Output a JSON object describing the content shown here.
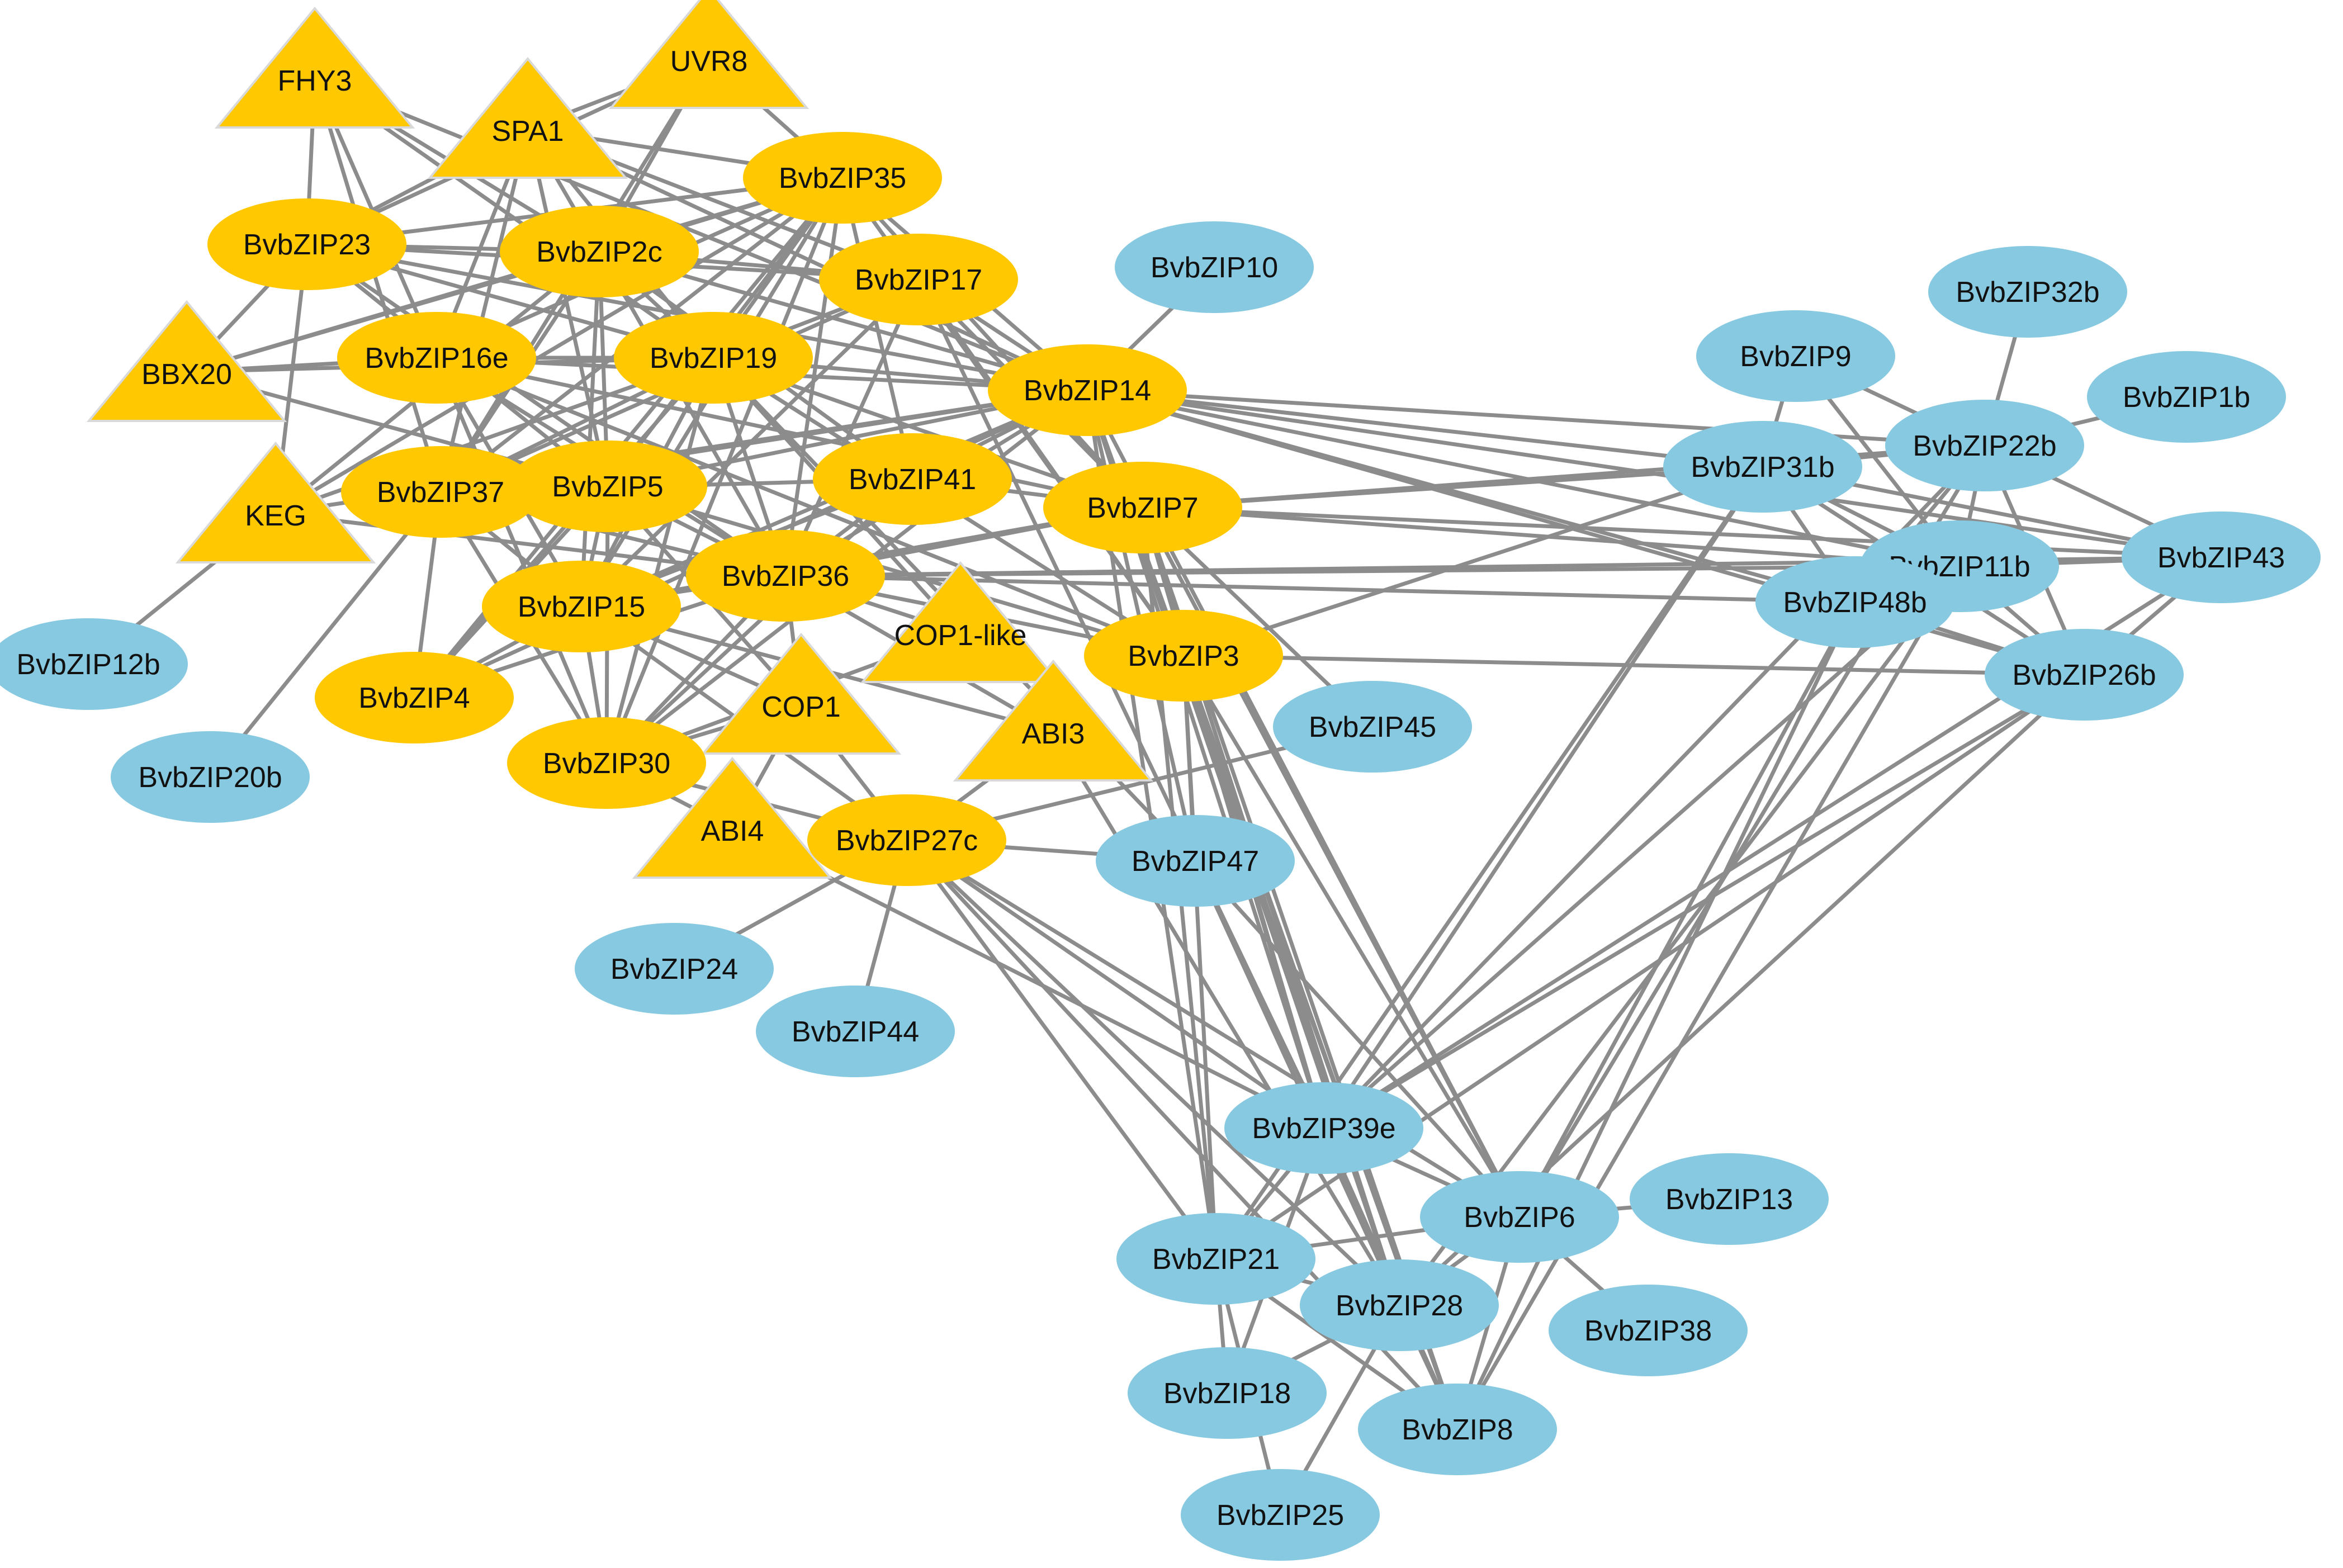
{
  "colors": {
    "bzip_cluster_fill": "#FFC800",
    "regulator_fill": "#FFC800",
    "blue_fill": "#87C9E0",
    "edge_color": "#8C8C8C",
    "text_color": "#111111"
  },
  "nodes": [
    {
      "id": "FHY3",
      "label": "FHY3",
      "shape": "triangle",
      "color": "yellow"
    },
    {
      "id": "UVR8",
      "label": "UVR8",
      "shape": "triangle",
      "color": "yellow"
    },
    {
      "id": "SPA1",
      "label": "SPA1",
      "shape": "triangle",
      "color": "yellow"
    },
    {
      "id": "BBX20",
      "label": "BBX20",
      "shape": "triangle",
      "color": "yellow"
    },
    {
      "id": "KEG",
      "label": "KEG",
      "shape": "triangle",
      "color": "yellow"
    },
    {
      "id": "COP1-like",
      "label": "COP1-like",
      "shape": "triangle",
      "color": "yellow"
    },
    {
      "id": "COP1",
      "label": "COP1",
      "shape": "triangle",
      "color": "yellow"
    },
    {
      "id": "ABI3",
      "label": "ABI3",
      "shape": "triangle",
      "color": "yellow"
    },
    {
      "id": "ABI4",
      "label": "ABI4",
      "shape": "triangle",
      "color": "yellow"
    },
    {
      "id": "BvbZIP35",
      "label": "BvbZIP35",
      "shape": "ellipse",
      "color": "yellow"
    },
    {
      "id": "BvbZIP23",
      "label": "BvbZIP23",
      "shape": "ellipse",
      "color": "yellow"
    },
    {
      "id": "BvbZIP2c",
      "label": "BvbZIP2c",
      "shape": "ellipse",
      "color": "yellow"
    },
    {
      "id": "BvbZIP17",
      "label": "BvbZIP17",
      "shape": "ellipse",
      "color": "yellow"
    },
    {
      "id": "BvbZIP16e",
      "label": "BvbZIP16e",
      "shape": "ellipse",
      "color": "yellow"
    },
    {
      "id": "BvbZIP19",
      "label": "BvbZIP19",
      "shape": "ellipse",
      "color": "yellow"
    },
    {
      "id": "BvbZIP14",
      "label": "BvbZIP14",
      "shape": "ellipse",
      "color": "yellow"
    },
    {
      "id": "BvbZIP37",
      "label": "BvbZIP37",
      "shape": "ellipse",
      "color": "yellow"
    },
    {
      "id": "BvbZIP5",
      "label": "BvbZIP5",
      "shape": "ellipse",
      "color": "yellow"
    },
    {
      "id": "BvbZIP41",
      "label": "BvbZIP41",
      "shape": "ellipse",
      "color": "yellow"
    },
    {
      "id": "BvbZIP7",
      "label": "BvbZIP7",
      "shape": "ellipse",
      "color": "yellow"
    },
    {
      "id": "BvbZIP36",
      "label": "BvbZIP36",
      "shape": "ellipse",
      "color": "yellow"
    },
    {
      "id": "BvbZIP15",
      "label": "BvbZIP15",
      "shape": "ellipse",
      "color": "yellow"
    },
    {
      "id": "BvbZIP3",
      "label": "BvbZIP3",
      "shape": "ellipse",
      "color": "yellow"
    },
    {
      "id": "BvbZIP4",
      "label": "BvbZIP4",
      "shape": "ellipse",
      "color": "yellow"
    },
    {
      "id": "BvbZIP30",
      "label": "BvbZIP30",
      "shape": "ellipse",
      "color": "yellow"
    },
    {
      "id": "BvbZIP27c",
      "label": "BvbZIP27c",
      "shape": "ellipse",
      "color": "yellow"
    },
    {
      "id": "BvbZIP10",
      "label": "BvbZIP10",
      "shape": "ellipse",
      "color": "blue"
    },
    {
      "id": "BvbZIP32b",
      "label": "BvbZIP32b",
      "shape": "ellipse",
      "color": "blue"
    },
    {
      "id": "BvbZIP9",
      "label": "BvbZIP9",
      "shape": "ellipse",
      "color": "blue"
    },
    {
      "id": "BvbZIP1b",
      "label": "BvbZIP1b",
      "shape": "ellipse",
      "color": "blue"
    },
    {
      "id": "BvbZIP22b",
      "label": "BvbZIP22b",
      "shape": "ellipse",
      "color": "blue"
    },
    {
      "id": "BvbZIP31b",
      "label": "BvbZIP31b",
      "shape": "ellipse",
      "color": "blue"
    },
    {
      "id": "BvbZIP43",
      "label": "BvbZIP43",
      "shape": "ellipse",
      "color": "blue"
    },
    {
      "id": "BvbZIP11b",
      "label": "BvbZIP11b",
      "shape": "ellipse",
      "color": "blue"
    },
    {
      "id": "BvbZIP48b",
      "label": "BvbZIP48b",
      "shape": "ellipse",
      "color": "blue"
    },
    {
      "id": "BvbZIP26b",
      "label": "BvbZIP26b",
      "shape": "ellipse",
      "color": "blue"
    },
    {
      "id": "BvbZIP12b",
      "label": "BvbZIP12b",
      "shape": "ellipse",
      "color": "blue"
    },
    {
      "id": "BvbZIP20b",
      "label": "BvbZIP20b",
      "shape": "ellipse",
      "color": "blue"
    },
    {
      "id": "BvbZIP45",
      "label": "BvbZIP45",
      "shape": "ellipse",
      "color": "blue"
    },
    {
      "id": "BvbZIP47",
      "label": "BvbZIP47",
      "shape": "ellipse",
      "color": "blue"
    },
    {
      "id": "BvbZIP24",
      "label": "BvbZIP24",
      "shape": "ellipse",
      "color": "blue"
    },
    {
      "id": "BvbZIP44",
      "label": "BvbZIP44",
      "shape": "ellipse",
      "color": "blue"
    },
    {
      "id": "BvbZIP39e",
      "label": "BvbZIP39e",
      "shape": "ellipse",
      "color": "blue"
    },
    {
      "id": "BvbZIP6",
      "label": "BvbZIP6",
      "shape": "ellipse",
      "color": "blue"
    },
    {
      "id": "BvbZIP13",
      "label": "BvbZIP13",
      "shape": "ellipse",
      "color": "blue"
    },
    {
      "id": "BvbZIP21",
      "label": "BvbZIP21",
      "shape": "ellipse",
      "color": "blue"
    },
    {
      "id": "BvbZIP28",
      "label": "BvbZIP28",
      "shape": "ellipse",
      "color": "blue"
    },
    {
      "id": "BvbZIP38",
      "label": "BvbZIP38",
      "shape": "ellipse",
      "color": "blue"
    },
    {
      "id": "BvbZIP18",
      "label": "BvbZIP18",
      "shape": "ellipse",
      "color": "blue"
    },
    {
      "id": "BvbZIP8",
      "label": "BvbZIP8",
      "shape": "ellipse",
      "color": "blue"
    },
    {
      "id": "BvbZIP25",
      "label": "BvbZIP25",
      "shape": "ellipse",
      "color": "blue"
    }
  ],
  "edges": [
    [
      "FHY3",
      "BvbZIP23"
    ],
    [
      "FHY3",
      "BvbZIP2c"
    ],
    [
      "FHY3",
      "BvbZIP16e"
    ],
    [
      "FHY3",
      "BvbZIP37"
    ],
    [
      "FHY3",
      "BvbZIP19"
    ],
    [
      "FHY3",
      "BvbZIP14"
    ],
    [
      "UVR8",
      "SPA1"
    ],
    [
      "UVR8",
      "BvbZIP2c"
    ],
    [
      "UVR8",
      "BvbZIP35"
    ],
    [
      "UVR8",
      "BvbZIP23"
    ],
    [
      "UVR8",
      "BvbZIP37"
    ],
    [
      "SPA1",
      "BvbZIP23"
    ],
    [
      "SPA1",
      "BvbZIP2c"
    ],
    [
      "SPA1",
      "BvbZIP35"
    ],
    [
      "SPA1",
      "BvbZIP19"
    ],
    [
      "SPA1",
      "BvbZIP17"
    ],
    [
      "SPA1",
      "BvbZIP37"
    ],
    [
      "SPA1",
      "BvbZIP5"
    ],
    [
      "SPA1",
      "BvbZIP14"
    ],
    [
      "SPA1",
      "BvbZIP16e"
    ],
    [
      "BBX20",
      "BvbZIP23"
    ],
    [
      "BBX20",
      "BvbZIP16e"
    ],
    [
      "BBX20",
      "BvbZIP35"
    ],
    [
      "BBX20",
      "BvbZIP2c"
    ],
    [
      "BBX20",
      "BvbZIP5"
    ],
    [
      "BBX20",
      "BvbZIP19"
    ],
    [
      "KEG",
      "BvbZIP23"
    ],
    [
      "KEG",
      "BvbZIP35"
    ],
    [
      "KEG",
      "BvbZIP19"
    ],
    [
      "KEG",
      "BvbZIP14"
    ],
    [
      "KEG",
      "BvbZIP36"
    ],
    [
      "KEG",
      "BvbZIP12b"
    ],
    [
      "KEG",
      "BvbZIP2c"
    ],
    [
      "BvbZIP35",
      "BvbZIP23"
    ],
    [
      "BvbZIP35",
      "BvbZIP2c"
    ],
    [
      "BvbZIP35",
      "BvbZIP16e"
    ],
    [
      "BvbZIP35",
      "BvbZIP37"
    ],
    [
      "BvbZIP35",
      "BvbZIP5"
    ],
    [
      "BvbZIP35",
      "BvbZIP19"
    ],
    [
      "BvbZIP35",
      "BvbZIP14"
    ],
    [
      "BvbZIP35",
      "BvbZIP15"
    ],
    [
      "BvbZIP35",
      "BvbZIP36"
    ],
    [
      "BvbZIP35",
      "BvbZIP30"
    ],
    [
      "BvbZIP35",
      "BvbZIP4"
    ],
    [
      "BvbZIP35",
      "BvbZIP3"
    ],
    [
      "BvbZIP35",
      "BvbZIP7"
    ],
    [
      "BvbZIP35",
      "BvbZIP41"
    ],
    [
      "BvbZIP23",
      "BvbZIP2c"
    ],
    [
      "BvbZIP23",
      "BvbZIP19"
    ],
    [
      "BvbZIP23",
      "BvbZIP14"
    ],
    [
      "BvbZIP23",
      "BvbZIP5"
    ],
    [
      "BvbZIP23",
      "BvbZIP36"
    ],
    [
      "BvbZIP23",
      "BvbZIP17"
    ],
    [
      "BvbZIP2c",
      "BvbZIP19"
    ],
    [
      "BvbZIP2c",
      "BvbZIP14"
    ],
    [
      "BvbZIP2c",
      "BvbZIP36"
    ],
    [
      "BvbZIP2c",
      "BvbZIP37"
    ],
    [
      "BvbZIP2c",
      "BvbZIP5"
    ],
    [
      "BvbZIP2c",
      "BvbZIP17"
    ],
    [
      "BvbZIP2c",
      "BvbZIP41"
    ],
    [
      "BvbZIP2c",
      "BvbZIP15"
    ],
    [
      "BvbZIP17",
      "BvbZIP14"
    ],
    [
      "BvbZIP17",
      "BvbZIP19"
    ],
    [
      "BvbZIP17",
      "BvbZIP37"
    ],
    [
      "BvbZIP17",
      "BvbZIP15"
    ],
    [
      "BvbZIP17",
      "BvbZIP36"
    ],
    [
      "BvbZIP17",
      "BvbZIP3"
    ],
    [
      "BvbZIP17",
      "BvbZIP7"
    ],
    [
      "BvbZIP17",
      "BvbZIP39e"
    ],
    [
      "BvbZIP16e",
      "BvbZIP19"
    ],
    [
      "BvbZIP16e",
      "BvbZIP14"
    ],
    [
      "BvbZIP16e",
      "BvbZIP36"
    ],
    [
      "BvbZIP16e",
      "BvbZIP15"
    ],
    [
      "BvbZIP16e",
      "BvbZIP7"
    ],
    [
      "BvbZIP16e",
      "BvbZIP30"
    ],
    [
      "BvbZIP16e",
      "BvbZIP3"
    ],
    [
      "BvbZIP19",
      "BvbZIP14"
    ],
    [
      "BvbZIP19",
      "BvbZIP37"
    ],
    [
      "BvbZIP19",
      "BvbZIP15"
    ],
    [
      "BvbZIP19",
      "BvbZIP36"
    ],
    [
      "BvbZIP19",
      "BvbZIP30"
    ],
    [
      "BvbZIP19",
      "BvbZIP7"
    ],
    [
      "BvbZIP19",
      "BvbZIP3"
    ],
    [
      "BvbZIP19",
      "BvbZIP4"
    ],
    [
      "BvbZIP19",
      "BvbZIP47"
    ],
    [
      "BvbZIP14",
      "BvbZIP10"
    ],
    [
      "BvbZIP14",
      "BvbZIP37"
    ],
    [
      "BvbZIP14",
      "BvbZIP5"
    ],
    [
      "BvbZIP14",
      "BvbZIP36"
    ],
    [
      "BvbZIP14",
      "BvbZIP15"
    ],
    [
      "BvbZIP14",
      "BvbZIP30"
    ],
    [
      "BvbZIP14",
      "BvbZIP41"
    ],
    [
      "BvbZIP14",
      "BvbZIP4"
    ],
    [
      "BvbZIP14",
      "BvbZIP31b"
    ],
    [
      "BvbZIP14",
      "BvbZIP22b"
    ],
    [
      "BvbZIP14",
      "BvbZIP11b"
    ],
    [
      "BvbZIP14",
      "BvbZIP43"
    ],
    [
      "BvbZIP14",
      "BvbZIP48b"
    ],
    [
      "BvbZIP14",
      "BvbZIP26b"
    ],
    [
      "BvbZIP14",
      "BvbZIP39e"
    ],
    [
      "BvbZIP14",
      "BvbZIP6"
    ],
    [
      "BvbZIP14",
      "BvbZIP21"
    ],
    [
      "BvbZIP14",
      "BvbZIP28"
    ],
    [
      "BvbZIP14",
      "BvbZIP8"
    ],
    [
      "BvbZIP14",
      "BvbZIP47"
    ],
    [
      "BvbZIP37",
      "BvbZIP15"
    ],
    [
      "BvbZIP37",
      "BvbZIP36"
    ],
    [
      "BvbZIP37",
      "BvbZIP4"
    ],
    [
      "BvbZIP37",
      "BvbZIP30"
    ],
    [
      "BvbZIP37",
      "BvbZIP20b"
    ],
    [
      "BvbZIP37",
      "BvbZIP5"
    ],
    [
      "BvbZIP37",
      "BvbZIP41"
    ],
    [
      "BvbZIP5",
      "BvbZIP36"
    ],
    [
      "BvbZIP5",
      "BvbZIP15"
    ],
    [
      "BvbZIP5",
      "BvbZIP30"
    ],
    [
      "BvbZIP5",
      "BvbZIP4"
    ],
    [
      "BvbZIP5",
      "COP1"
    ],
    [
      "BvbZIP5",
      "BvbZIP3"
    ],
    [
      "BvbZIP41",
      "BvbZIP36"
    ],
    [
      "BvbZIP41",
      "BvbZIP15"
    ],
    [
      "BvbZIP41",
      "BvbZIP30"
    ],
    [
      "BvbZIP41",
      "BvbZIP7"
    ],
    [
      "BvbZIP7",
      "BvbZIP36"
    ],
    [
      "BvbZIP7",
      "BvbZIP15"
    ],
    [
      "BvbZIP7",
      "BvbZIP31b"
    ],
    [
      "BvbZIP7",
      "BvbZIP11b"
    ],
    [
      "BvbZIP7",
      "BvbZIP43"
    ],
    [
      "BvbZIP7",
      "BvbZIP22b"
    ],
    [
      "BvbZIP7",
      "BvbZIP39e"
    ],
    [
      "BvbZIP7",
      "BvbZIP28"
    ],
    [
      "BvbZIP7",
      "BvbZIP8"
    ],
    [
      "BvbZIP7",
      "BvbZIP6"
    ],
    [
      "BvbZIP7",
      "BvbZIP21"
    ],
    [
      "BvbZIP7",
      "BvbZIP45"
    ],
    [
      "BvbZIP36",
      "BvbZIP15"
    ],
    [
      "BvbZIP36",
      "BvbZIP30"
    ],
    [
      "BvbZIP36",
      "BvbZIP4"
    ],
    [
      "BvbZIP36",
      "COP1"
    ],
    [
      "BvbZIP36",
      "ABI3"
    ],
    [
      "BvbZIP36",
      "BvbZIP3"
    ],
    [
      "BvbZIP36",
      "BvbZIP11b"
    ],
    [
      "BvbZIP36",
      "BvbZIP48b"
    ],
    [
      "BvbZIP36",
      "BvbZIP43"
    ],
    [
      "BvbZIP15",
      "BvbZIP4"
    ],
    [
      "BvbZIP15",
      "BvbZIP30"
    ],
    [
      "BvbZIP15",
      "COP1"
    ],
    [
      "BvbZIP15",
      "ABI3"
    ],
    [
      "BvbZIP15",
      "BvbZIP27c"
    ],
    [
      "BvbZIP3",
      "BvbZIP31b"
    ],
    [
      "BvbZIP3",
      "BvbZIP26b"
    ],
    [
      "BvbZIP3",
      "BvbZIP39e"
    ],
    [
      "BvbZIP3",
      "BvbZIP6"
    ],
    [
      "BvbZIP3",
      "BvbZIP8"
    ],
    [
      "BvbZIP3",
      "BvbZIP28"
    ],
    [
      "BvbZIP3",
      "BvbZIP21"
    ],
    [
      "BvbZIP3",
      "BvbZIP47"
    ],
    [
      "BvbZIP30",
      "COP1"
    ],
    [
      "BvbZIP30",
      "ABI4"
    ],
    [
      "BvbZIP30",
      "BvbZIP27c"
    ],
    [
      "BvbZIP30",
      "COP1-like"
    ],
    [
      "BvbZIP27c",
      "BvbZIP24"
    ],
    [
      "BvbZIP27c",
      "BvbZIP44"
    ],
    [
      "BvbZIP27c",
      "BvbZIP39e"
    ],
    [
      "BvbZIP27c",
      "BvbZIP6"
    ],
    [
      "BvbZIP27c",
      "BvbZIP21"
    ],
    [
      "BvbZIP27c",
      "BvbZIP28"
    ],
    [
      "BvbZIP27c",
      "BvbZIP8"
    ],
    [
      "BvbZIP27c",
      "BvbZIP47"
    ],
    [
      "BvbZIP27c",
      "BvbZIP45"
    ],
    [
      "COP1",
      "BvbZIP27c"
    ],
    [
      "COP1",
      "ABI4"
    ],
    [
      "COP1-like",
      "BvbZIP36"
    ],
    [
      "COP1-like",
      "BvbZIP19"
    ],
    [
      "ABI3",
      "BvbZIP27c"
    ],
    [
      "ABI3",
      "BvbZIP28"
    ],
    [
      "ABI4",
      "BvbZIP39e"
    ],
    [
      "BvbZIP9",
      "BvbZIP31b"
    ],
    [
      "BvbZIP9",
      "BvbZIP22b"
    ],
    [
      "BvbZIP9",
      "BvbZIP11b"
    ],
    [
      "BvbZIP32b",
      "BvbZIP22b"
    ],
    [
      "BvbZIP1b",
      "BvbZIP22b"
    ],
    [
      "BvbZIP22b",
      "BvbZIP31b"
    ],
    [
      "BvbZIP22b",
      "BvbZIP11b"
    ],
    [
      "BvbZIP22b",
      "BvbZIP43"
    ],
    [
      "BvbZIP22b",
      "BvbZIP48b"
    ],
    [
      "BvbZIP22b",
      "BvbZIP26b"
    ],
    [
      "BvbZIP22b",
      "BvbZIP39e"
    ],
    [
      "BvbZIP22b",
      "BvbZIP6"
    ],
    [
      "BvbZIP31b",
      "BvbZIP11b"
    ],
    [
      "BvbZIP31b",
      "BvbZIP43"
    ],
    [
      "BvbZIP31b",
      "BvbZIP48b"
    ],
    [
      "BvbZIP31b",
      "BvbZIP26b"
    ],
    [
      "BvbZIP31b",
      "BvbZIP39e"
    ],
    [
      "BvbZIP31b",
      "BvbZIP21"
    ],
    [
      "BvbZIP11b",
      "BvbZIP43"
    ],
    [
      "BvbZIP11b",
      "BvbZIP48b"
    ],
    [
      "BvbZIP11b",
      "BvbZIP26b"
    ],
    [
      "BvbZIP11b",
      "BvbZIP39e"
    ],
    [
      "BvbZIP11b",
      "BvbZIP8"
    ],
    [
      "BvbZIP11b",
      "BvbZIP28"
    ],
    [
      "BvbZIP43",
      "BvbZIP26b"
    ],
    [
      "BvbZIP43",
      "BvbZIP39e"
    ],
    [
      "BvbZIP48b",
      "BvbZIP26b"
    ],
    [
      "BvbZIP48b",
      "BvbZIP6"
    ],
    [
      "BvbZIP48b",
      "BvbZIP8"
    ],
    [
      "BvbZIP26b",
      "BvbZIP39e"
    ],
    [
      "BvbZIP26b",
      "BvbZIP21"
    ],
    [
      "BvbZIP26b",
      "BvbZIP28"
    ],
    [
      "BvbZIP47",
      "BvbZIP39e"
    ],
    [
      "BvbZIP47",
      "BvbZIP28"
    ],
    [
      "BvbZIP47",
      "BvbZIP8"
    ],
    [
      "BvbZIP47",
      "BvbZIP6"
    ],
    [
      "BvbZIP39e",
      "BvbZIP6"
    ],
    [
      "BvbZIP39e",
      "BvbZIP21"
    ],
    [
      "BvbZIP39e",
      "BvbZIP28"
    ],
    [
      "BvbZIP39e",
      "BvbZIP8"
    ],
    [
      "BvbZIP39e",
      "BvbZIP18"
    ],
    [
      "BvbZIP6",
      "BvbZIP13"
    ],
    [
      "BvbZIP6",
      "BvbZIP38"
    ],
    [
      "BvbZIP6",
      "BvbZIP28"
    ],
    [
      "BvbZIP6",
      "BvbZIP8"
    ],
    [
      "BvbZIP6",
      "BvbZIP21"
    ],
    [
      "BvbZIP21",
      "BvbZIP18"
    ],
    [
      "BvbZIP21",
      "BvbZIP28"
    ],
    [
      "BvbZIP21",
      "BvbZIP8"
    ],
    [
      "BvbZIP21",
      "BvbZIP25"
    ],
    [
      "BvbZIP28",
      "BvbZIP18"
    ],
    [
      "BvbZIP28",
      "BvbZIP8"
    ],
    [
      "BvbZIP28",
      "BvbZIP25"
    ]
  ]
}
